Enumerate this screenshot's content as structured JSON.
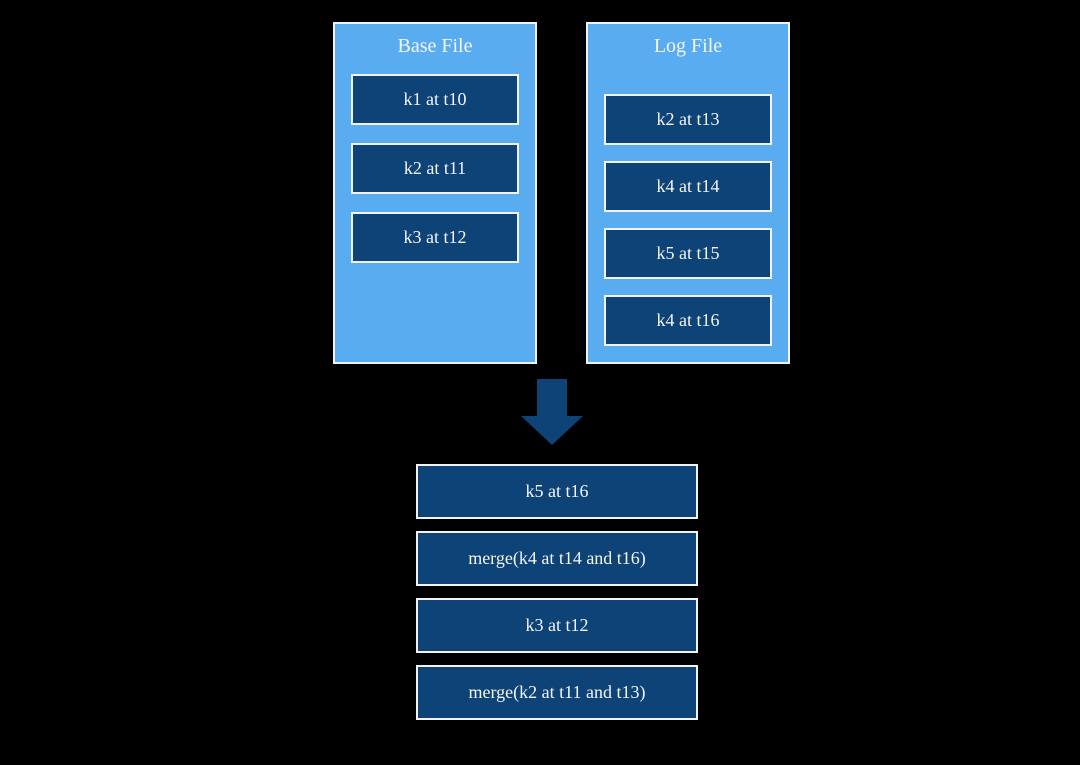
{
  "colors": {
    "background": "#000000",
    "container_fill": "#5aacf0",
    "record_fill": "#0e4377",
    "border_white": "#f2f2f2",
    "text_white": "#f5f5f5",
    "arrow_fill": "#0e4377"
  },
  "base_file": {
    "title": "Base File",
    "records": [
      "k1 at t10",
      "k2 at t11",
      "k3 at t12"
    ]
  },
  "log_file": {
    "title": "Log File",
    "records": [
      "k2 at t13",
      "k4 at t14",
      "k5 at t15",
      "k4 at t16"
    ]
  },
  "arrow": {
    "icon": "down-block-arrow-icon"
  },
  "merged": {
    "records": [
      "k5 at t16",
      "merge(k4 at t14 and t16)",
      "k3 at t12",
      "merge(k2 at t11 and t13)"
    ]
  }
}
